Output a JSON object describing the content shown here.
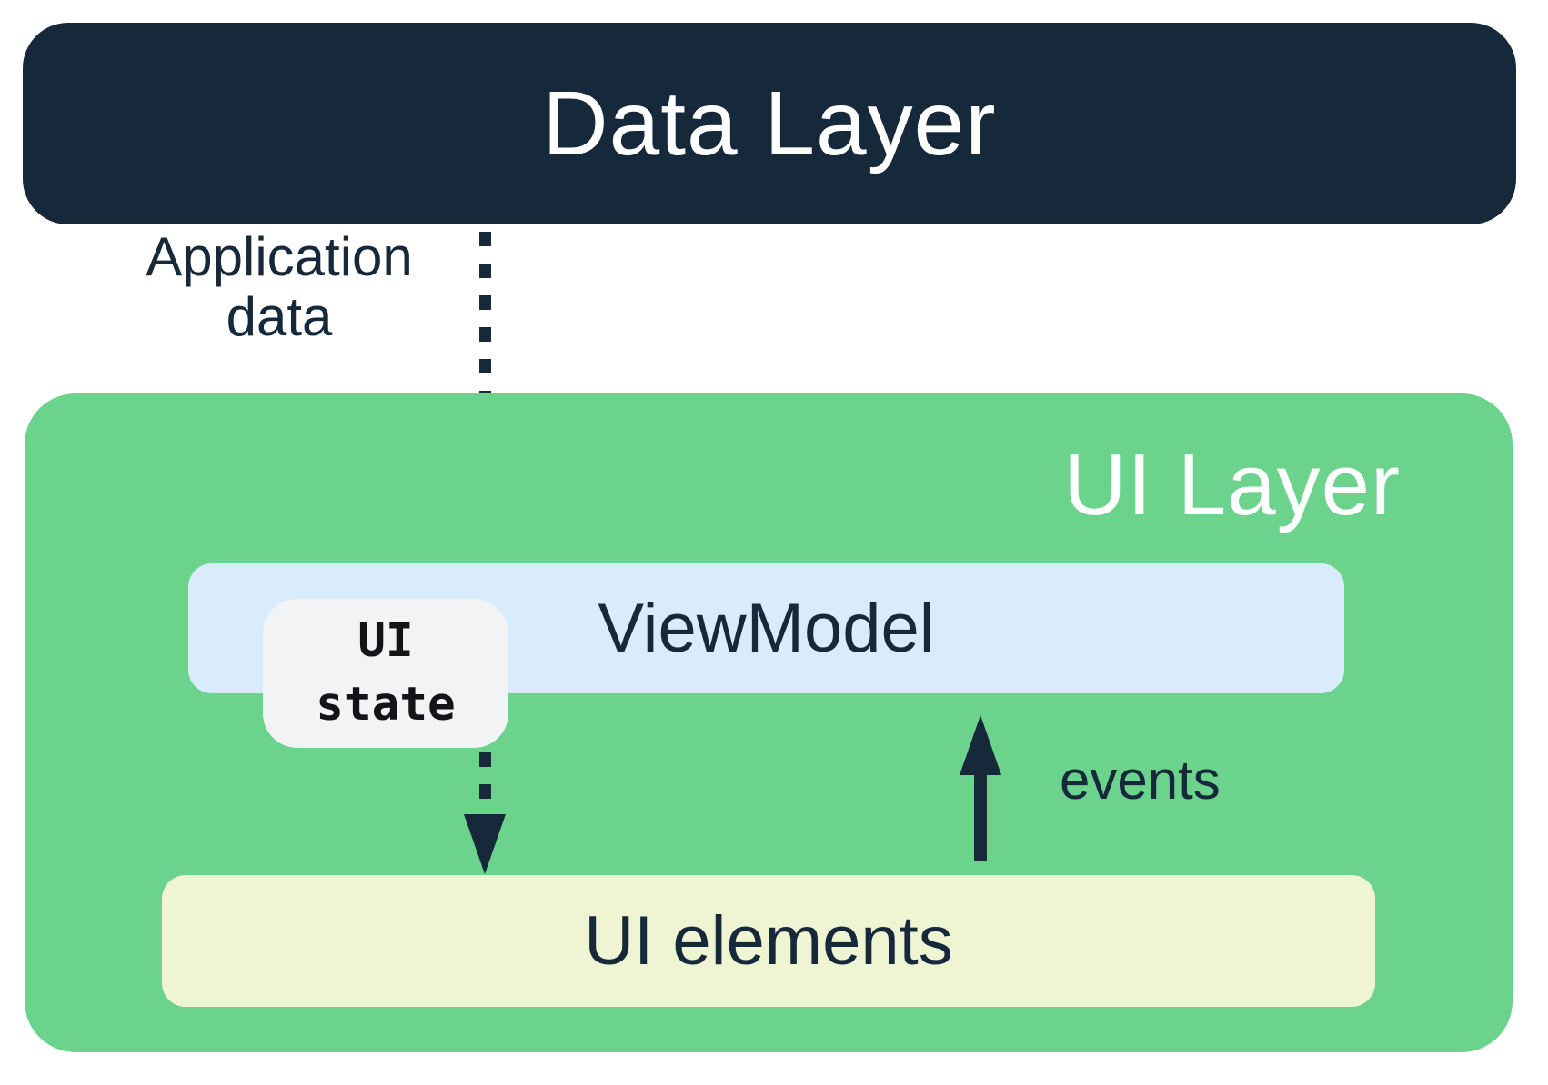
{
  "colors": {
    "navy": "#16293B",
    "green": "#6CD38C",
    "light_blue": "#D9ECFC",
    "pale_yellow": "#EFF5D3",
    "light_gray": "#F1F3F4",
    "white": "#FFFFFF",
    "ui_state_text": "#121418"
  },
  "diagram": {
    "data_layer": {
      "label": "Data Layer"
    },
    "ui_layer": {
      "label": "UI Layer"
    },
    "viewmodel": {
      "label": "ViewModel"
    },
    "ui_state": {
      "line1": "UI",
      "line2": "state"
    },
    "ui_elements": {
      "label": "UI elements"
    },
    "arrows": {
      "application_data": {
        "line1": "Application",
        "line2": "data"
      },
      "events": {
        "label": "events"
      }
    }
  }
}
